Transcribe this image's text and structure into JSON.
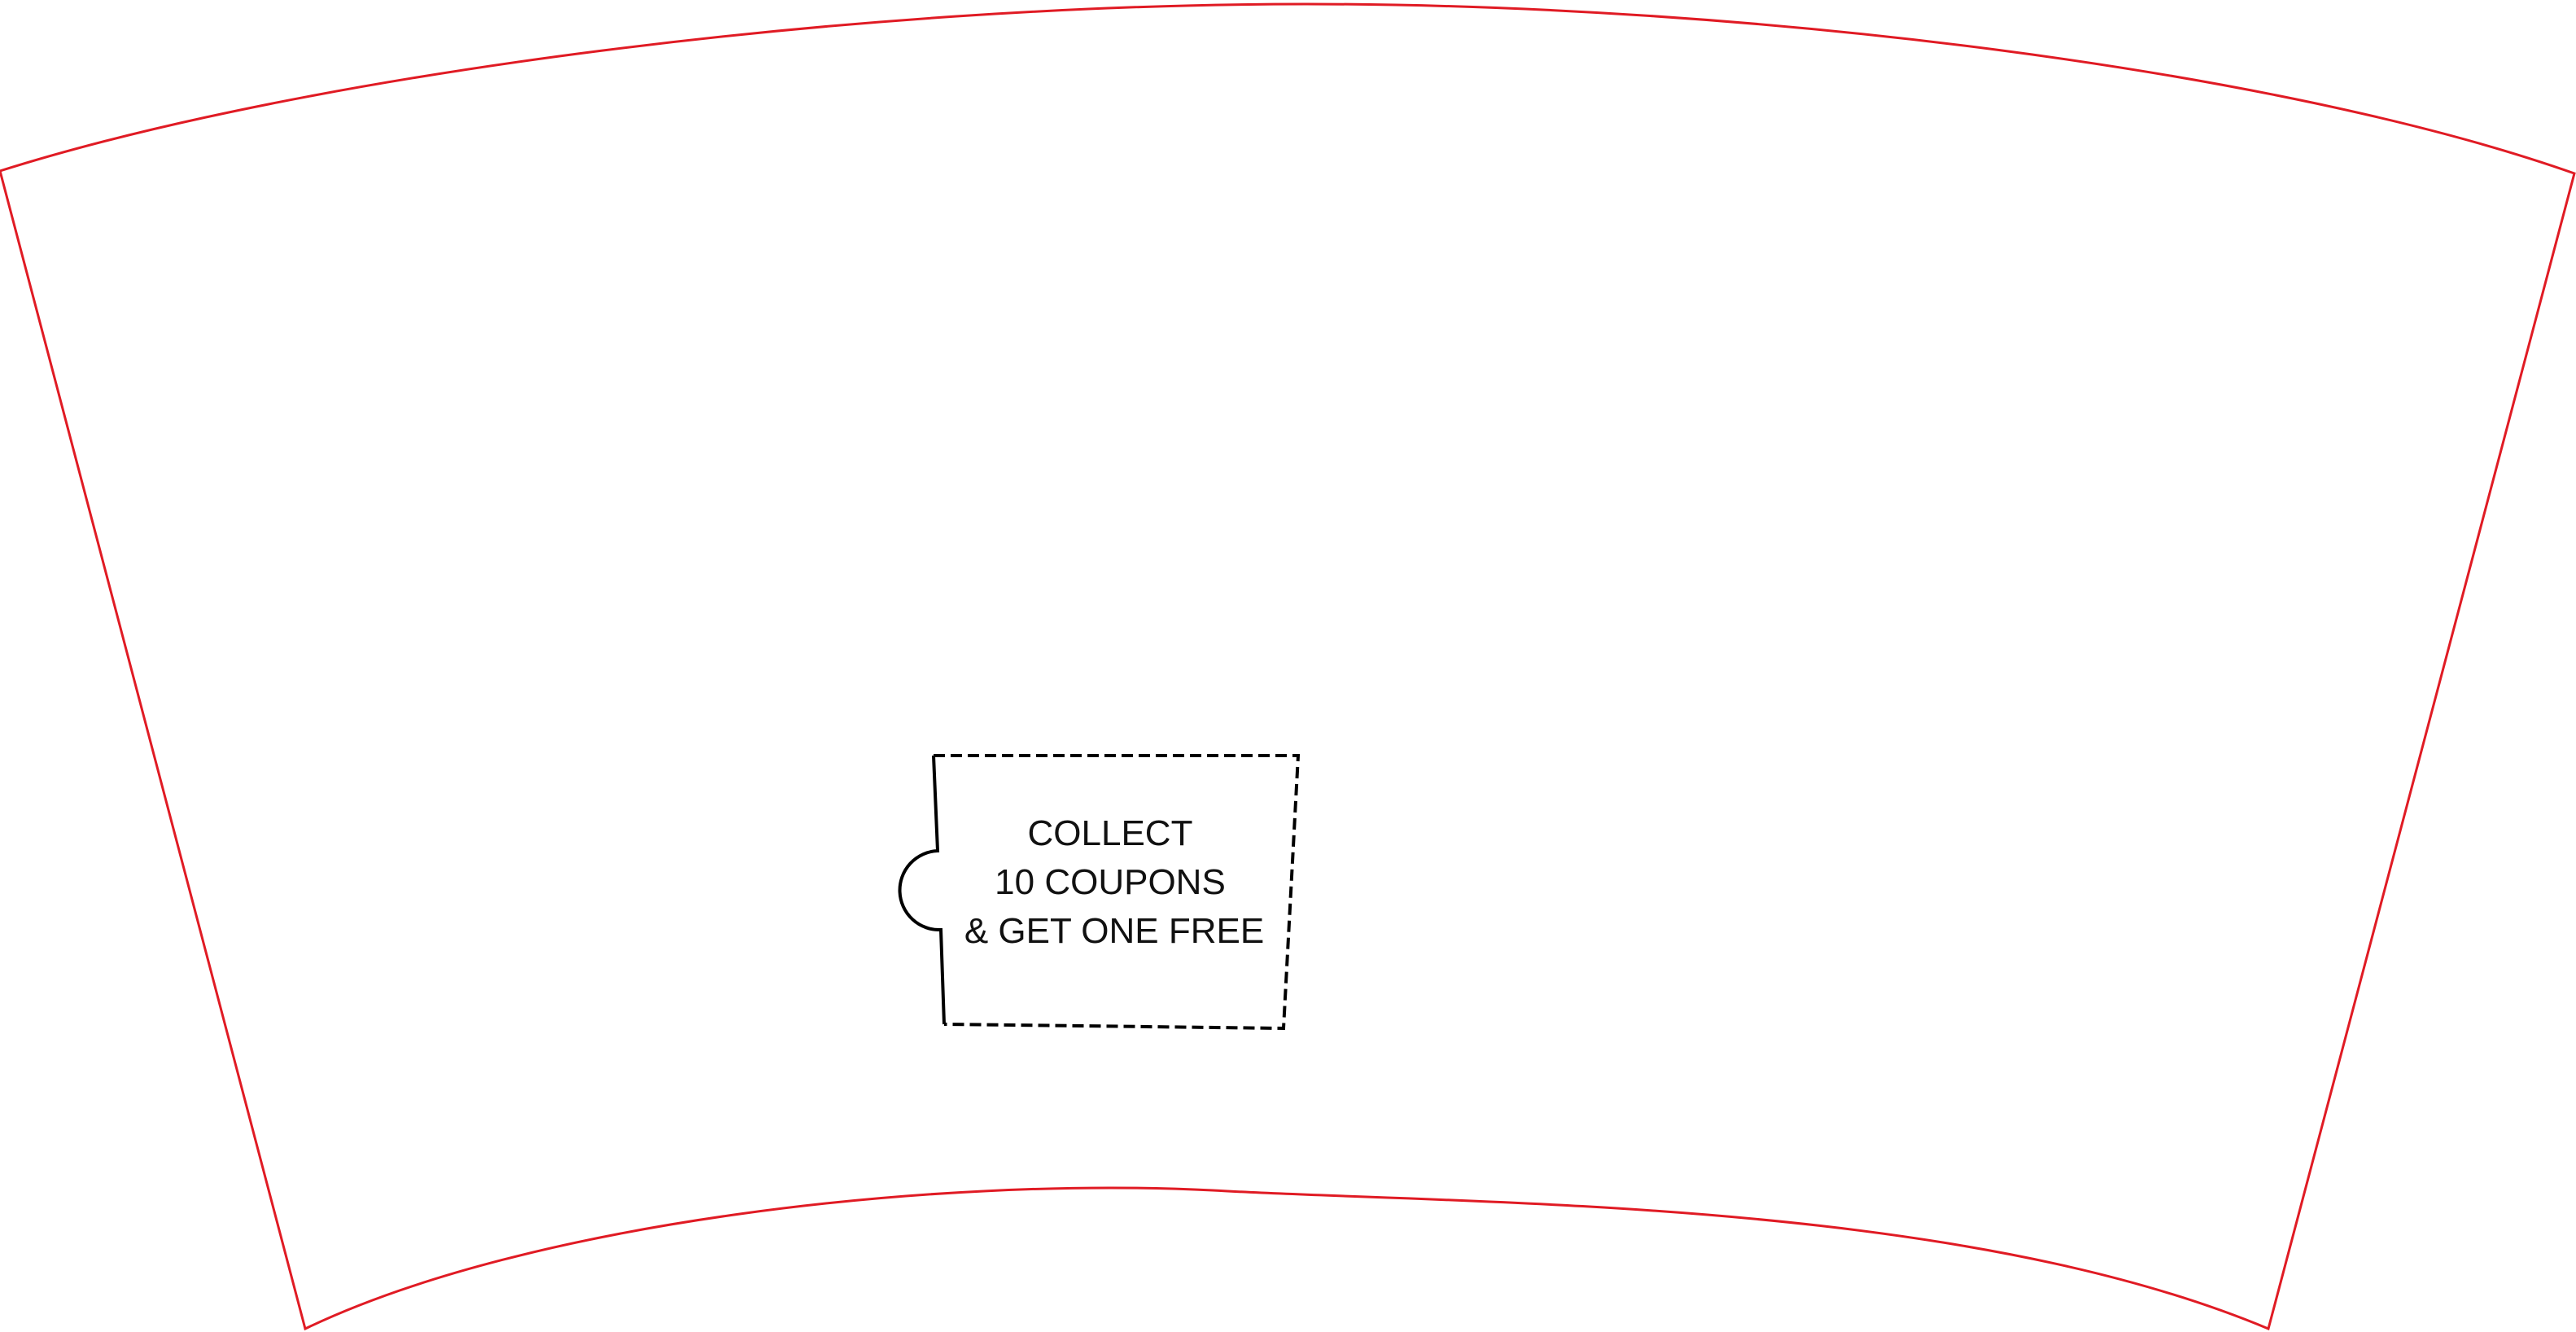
{
  "colors": {
    "cup_outline": "#e01b24",
    "coupon_outline": "#000000",
    "background": "#ffffff",
    "text": "#111111"
  },
  "coupon": {
    "lines": [
      "COLLECT",
      "10 COUPONS",
      "& GET ONE FREE"
    ]
  }
}
